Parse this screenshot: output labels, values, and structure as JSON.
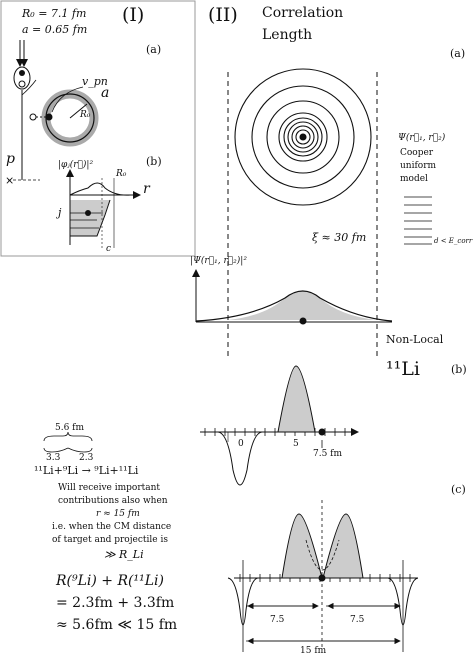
{
  "panel_I": {
    "label": "(I)",
    "R0_line": "R₀ = 7.1 fm",
    "a_line": "a = 0.65 fm",
    "sub_a": "(a)",
    "sub_b": "(b)",
    "v_pn": "v_pn",
    "a_symbol": "a",
    "R0_symbol": "R₀",
    "p_symbol": "p",
    "x_mark": "×",
    "phi_label": "|φⱼ(r⃗)|²",
    "R0_tick": "R₀",
    "r_axis": "r",
    "j_label": "j",
    "c_label": "c"
  },
  "panel_II": {
    "label": "(II)",
    "title_line1": "Correlation",
    "title_line2": "Length",
    "sub_a": "(a)",
    "psi_label": "Ψ(r⃗₁, r⃗₂)",
    "cooper_line1": "Cooper",
    "cooper_line2": "uniform",
    "cooper_line3": "model",
    "d_label": "d < E_corr",
    "xi_label": "ξ ≈ 30 fm",
    "psi_sq_label": "|Ψ(r⃗₁, r⃗₂)|²",
    "nonlocal": "Non-Local"
  },
  "panel_b": {
    "li11": "¹¹Li",
    "sub_b": "(b)",
    "tick_0": "0",
    "tick_5": "5",
    "tick_75": "7.5 fm"
  },
  "reaction": {
    "brace_top": "5.6 fm",
    "left_num": "3.3",
    "right_num": "2.3",
    "equation": "¹¹Li+⁹Li → ⁹Li+¹¹Li",
    "note_line1": "Will receive important",
    "note_line2": "contributions also when",
    "note_line3": "r ≈ 15 fm",
    "note_line4": "i.e. when the CM distance",
    "note_line5": "of target and projectile is",
    "note_line6": "≫ R_Li"
  },
  "panel_c": {
    "sub_c": "(c)",
    "dist_left": "7.5",
    "dist_right": "7.5",
    "dist_total": "15  fm"
  },
  "radii": {
    "line1": "R(⁹Li) + R(¹¹Li)",
    "line2": "= 2.3fm + 3.3fm",
    "line3": "≈ 5.6fm ≪ 15 fm"
  }
}
